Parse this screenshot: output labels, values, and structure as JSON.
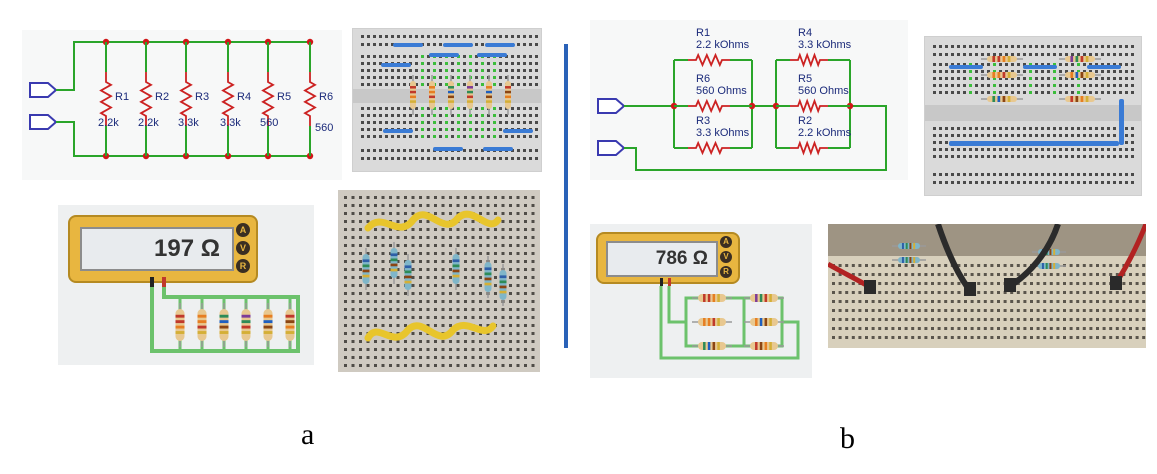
{
  "panel_a": {
    "caption": "a",
    "schematic": {
      "resistors": [
        {
          "name": "R1",
          "value": "2.2k"
        },
        {
          "name": "R2",
          "value": "2.2k"
        },
        {
          "name": "R3",
          "value": "3.3k"
        },
        {
          "name": "R4",
          "value": "3.3k"
        },
        {
          "name": "R5",
          "value": "560"
        },
        {
          "name": "R6",
          "value": "560"
        }
      ]
    },
    "meter": {
      "reading": "197 Ω",
      "buttons": [
        "A",
        "V",
        "R"
      ]
    }
  },
  "panel_b": {
    "caption": "b",
    "schematic": {
      "resistors": [
        {
          "name": "R1",
          "value": "2.2 kOhms"
        },
        {
          "name": "R6",
          "value": "560 Ohms"
        },
        {
          "name": "R3",
          "value": "3.3 kOhms"
        },
        {
          "name": "R4",
          "value": "3.3 kOhms"
        },
        {
          "name": "R5",
          "value": "560 Ohms"
        },
        {
          "name": "R2",
          "value": "2.2 kOhms"
        }
      ]
    },
    "meter": {
      "reading": "786 Ω",
      "buttons": [
        "A",
        "V",
        "R"
      ]
    }
  },
  "colors": {
    "wire": "#2aa52a",
    "resistor": "#cc2222",
    "node": "#d01818",
    "port": "#3a3ab0",
    "divider": "#2a62b8",
    "meter_body": "#e8b640"
  }
}
